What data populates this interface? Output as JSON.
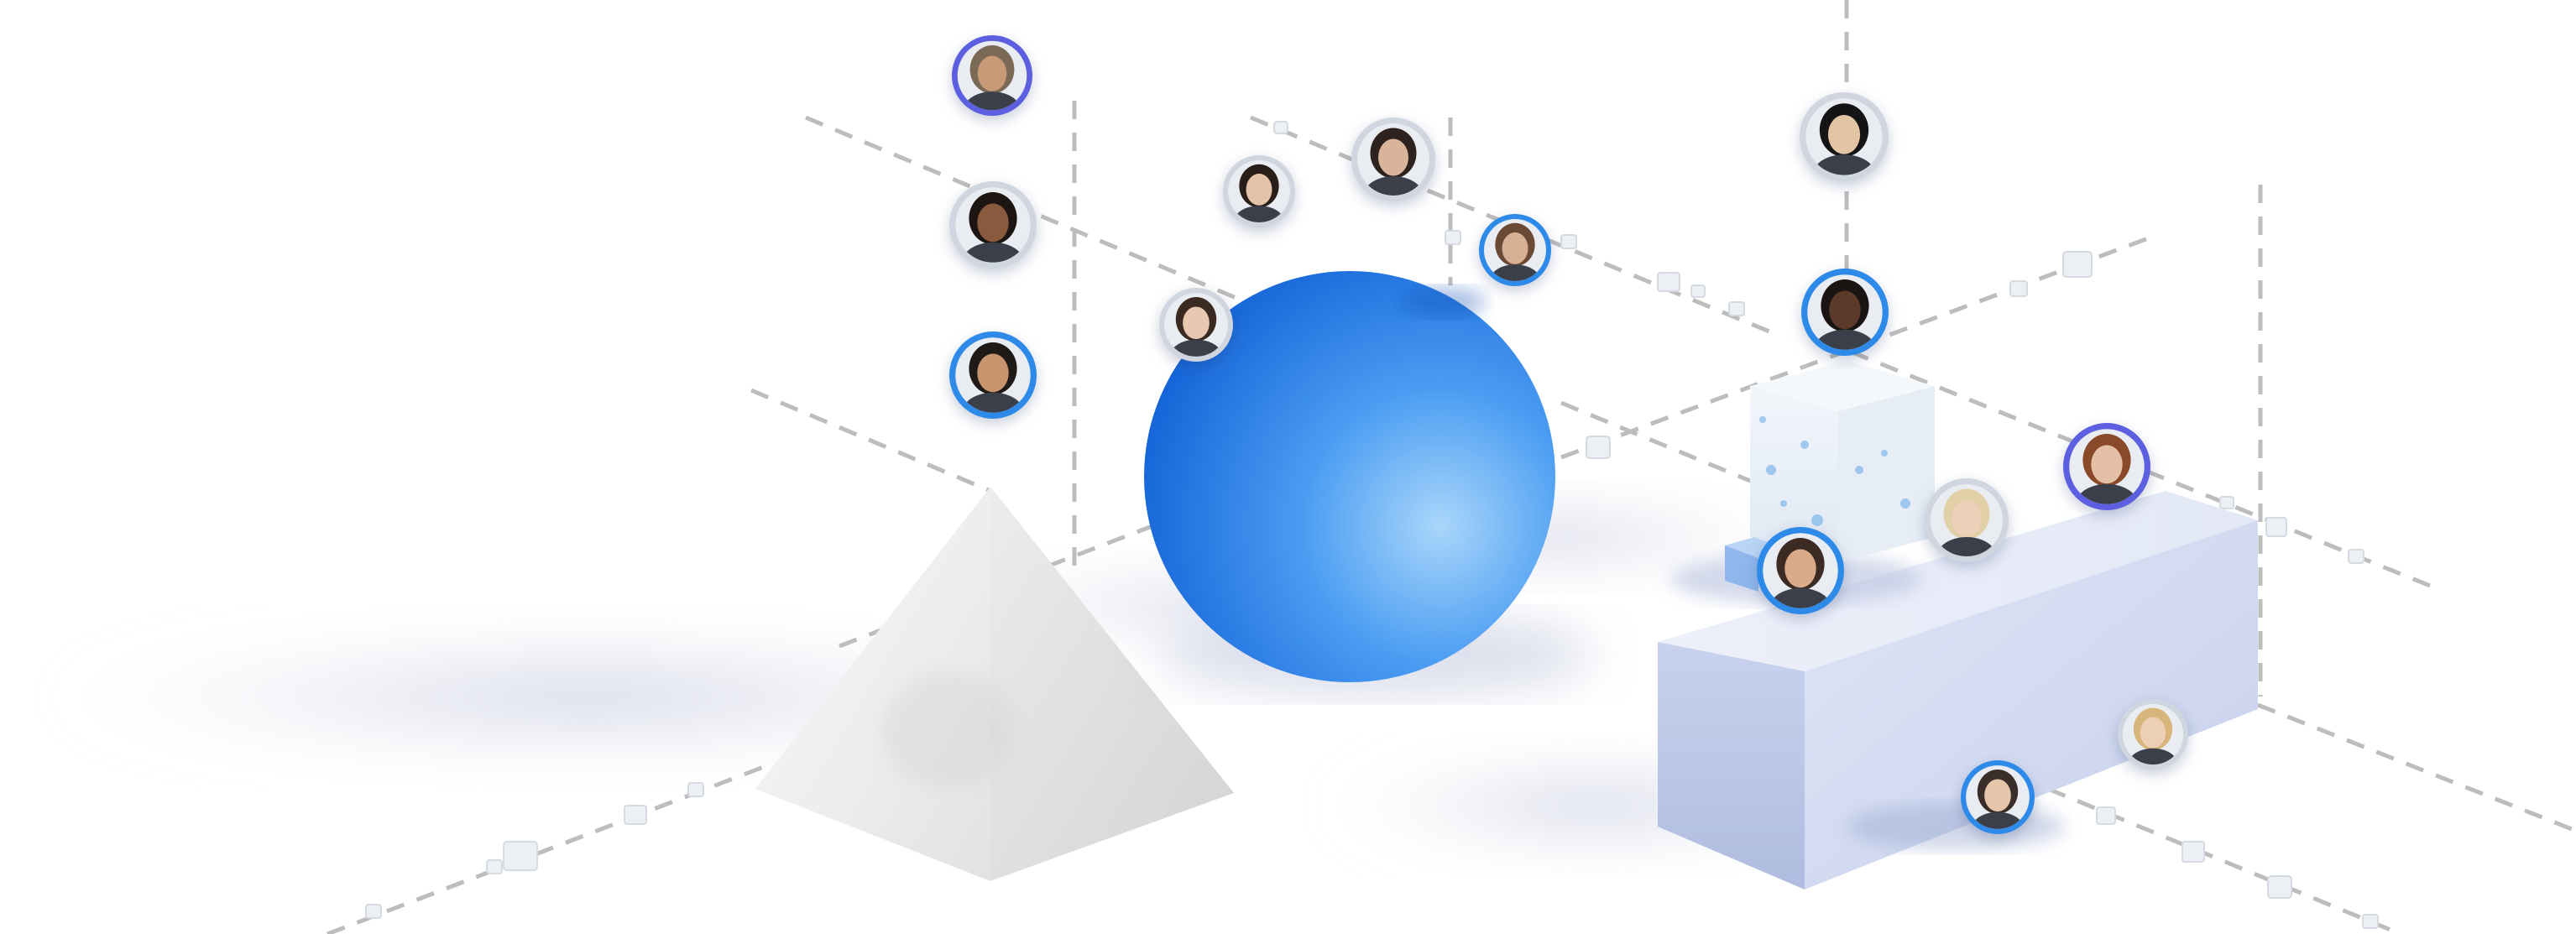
{
  "scene": {
    "description_shapes": [
      "pyramid",
      "sphere",
      "cube",
      "box"
    ],
    "colors": {
      "background": "#ffffff",
      "dash": "#bdbdbd",
      "sphere_light": "#9fd0f8",
      "sphere_mid": "#3b8ff0",
      "sphere_dark": "#1b6fe0",
      "box_top": "#e6eaf7",
      "box_front": "#c4cfea",
      "box_side": "#d2dbf0",
      "pyramid": "#f1f1f1",
      "ring_blue": "#2d8ae8",
      "ring_purple": "#5b5fe0",
      "ring_silver": "#cfd6df"
    }
  },
  "avatars": [
    {
      "name": "avatar-man-cap-beard",
      "ring": "ring_purple",
      "skin": "#c99a78",
      "hair": "#7a6a55"
    },
    {
      "name": "avatar-woman-curly-hair",
      "ring": "ring_silver",
      "skin": "#8a5a3e",
      "hair": "#1d1512"
    },
    {
      "name": "avatar-man-smiling",
      "ring": "ring_blue",
      "skin": "#c7946d",
      "hair": "#1e1a18"
    },
    {
      "name": "avatar-woman-bun",
      "ring": "ring_silver",
      "skin": "#e2c2a8",
      "hair": "#2a1e18"
    },
    {
      "name": "avatar-woman-laughing",
      "ring": "ring_silver",
      "skin": "#d9b39a",
      "hair": "#2d221d"
    },
    {
      "name": "avatar-woman-curly-blue",
      "ring": "ring_blue",
      "skin": "#d7b095",
      "hair": "#6b4a35"
    },
    {
      "name": "avatar-woman-brunette",
      "ring": "ring_silver",
      "skin": "#e8c8b0",
      "hair": "#3a2a22"
    },
    {
      "name": "avatar-man-glasses",
      "ring": "ring_silver",
      "skin": "#e3c4a5",
      "hair": "#141414"
    },
    {
      "name": "avatar-woman-dark",
      "ring": "ring_blue",
      "skin": "#5b3a2a",
      "hair": "#1a1412"
    },
    {
      "name": "avatar-woman-red-glasses",
      "ring": "ring_purple",
      "skin": "#e4c1a6",
      "hair": "#8a4a2a"
    },
    {
      "name": "avatar-woman-blonde",
      "ring": "ring_silver",
      "skin": "#ecd0b8",
      "hair": "#e1cfa8"
    },
    {
      "name": "avatar-man-stubble",
      "ring": "ring_blue",
      "skin": "#d9ab8a",
      "hair": "#3b2b22"
    },
    {
      "name": "avatar-woman-short-blonde",
      "ring": "ring_silver",
      "skin": "#edcfb5",
      "hair": "#d8b57a"
    },
    {
      "name": "avatar-man-glasses-blue",
      "ring": "ring_blue",
      "skin": "#e6c6aa",
      "hair": "#3a2e28"
    }
  ]
}
